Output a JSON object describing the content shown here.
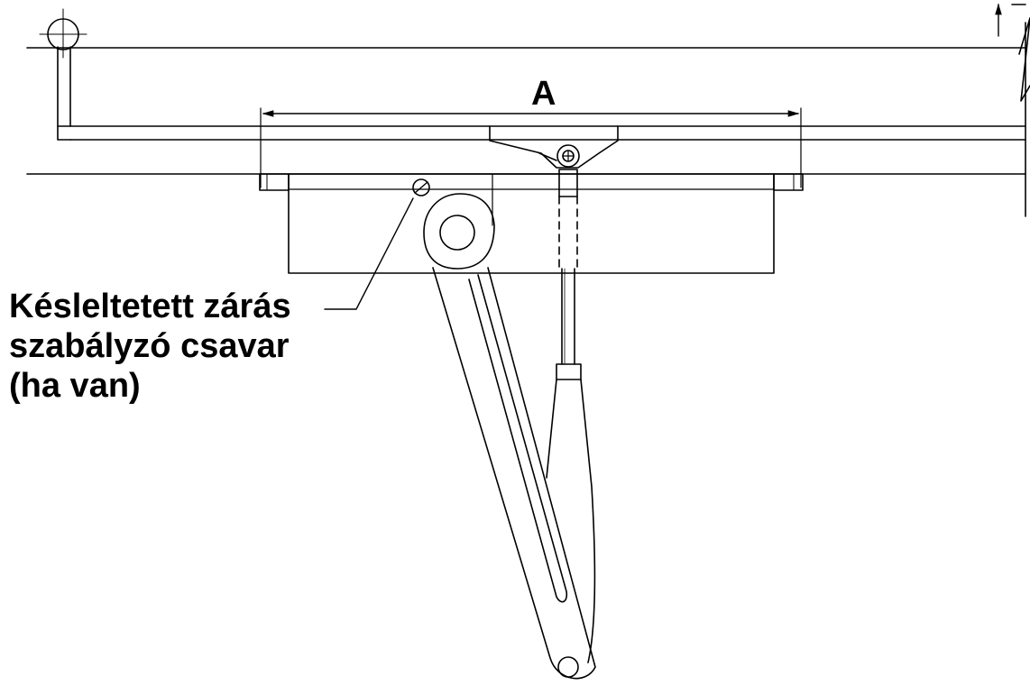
{
  "dimension": {
    "label": "A"
  },
  "callout": {
    "lines": [
      "Késleltetett zárás",
      "szabályzó csavar",
      "(ha van)"
    ]
  }
}
